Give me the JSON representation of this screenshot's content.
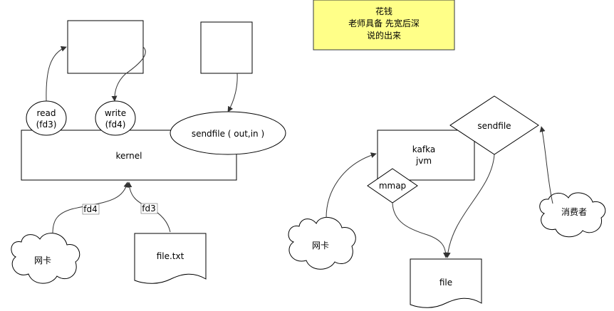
{
  "note": {
    "lines": [
      "花钱",
      "老师具备  先宽后深",
      "说的出来"
    ]
  },
  "left": {
    "read": [
      "read",
      "(fd3)"
    ],
    "write": [
      "write",
      "(fd4)"
    ],
    "sendfile": "sendfile ( out,in )",
    "kernel": "kernel",
    "nic": "网卡",
    "file": "file.txt",
    "edge_fd4": "fd4",
    "edge_fd3": "fd3"
  },
  "right": {
    "kafka": [
      "kafka",
      "jvm"
    ],
    "mmap": "mmap",
    "sendfile": "sendfile",
    "nic": "网卡",
    "file": "file",
    "consumer": "消费者"
  }
}
